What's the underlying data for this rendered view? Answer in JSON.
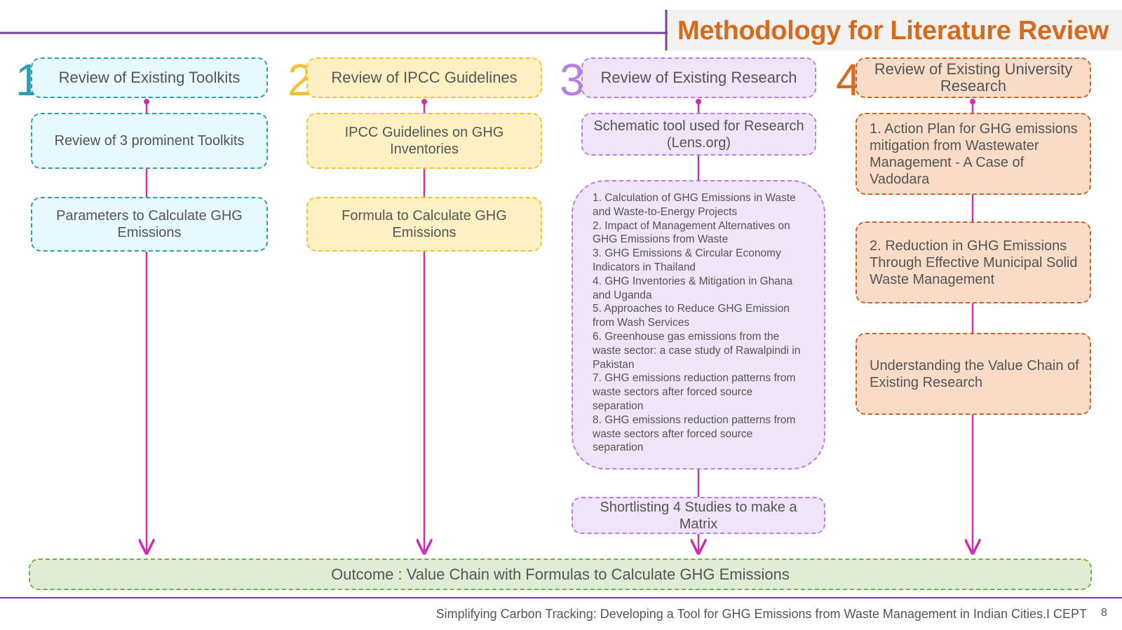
{
  "title": "Methodology for Literature Review",
  "colors": {
    "magenta_line": "#cc2fb0",
    "top_rule": "#7b3ea3",
    "cyan": "#2f9fb2",
    "yellow": "#f2c335",
    "purple": "#b980e2",
    "orange": "#d86a1a",
    "green": "#6fb24a"
  },
  "columns": [
    {
      "number": "1",
      "header": "Review of Existing Toolkits",
      "steps": [
        "Review of 3 prominent Toolkits",
        "Parameters to Calculate GHG Emissions"
      ]
    },
    {
      "number": "2",
      "header": "Review of IPCC Guidelines",
      "steps": [
        "IPCC Guidelines on GHG Inventories",
        "Formula to Calculate GHG Emissions"
      ]
    },
    {
      "number": "3",
      "header": "Review of Existing Research",
      "steps": [
        "Schematic tool used for Research (Lens.org)",
        "Shortlisting 4 Studies to make a Matrix"
      ],
      "research_list": [
        "1. Calculation of GHG Emissions in Waste and Waste-to-Energy Projects",
        "2. Impact of Management Alternatives on GHG Emissions from Waste",
        "3. GHG Emissions & Circular Economy Indicators in Thailand",
        "4. GHG Inventories & Mitigation in Ghana and Uganda",
        "5. Approaches to Reduce GHG Emission from Wash Services",
        "6. Greenhouse gas emissions from the waste sector: a case study of Rawalpindi in Pakistan",
        "7. GHG emissions reduction patterns from waste sectors after forced source separation",
        "8. GHG emissions reduction patterns from waste sectors after forced source separation"
      ]
    },
    {
      "number": "4",
      "header": "Review of Existing University Research",
      "steps": [
        "1. Action Plan for GHG emissions mitigation from Wastewater Management - A Case of Vadodara",
        "2. Reduction in GHG Emissions Through Effective Municipal Solid Waste Management",
        "Understanding the Value Chain of Existing Research"
      ]
    }
  ],
  "outcome": "Outcome : Value Chain with Formulas to Calculate GHG Emissions",
  "footer": "Simplifying Carbon Tracking: Developing a Tool for GHG Emissions from Waste Management in Indian Cities.I CEPT",
  "page_number": "8"
}
